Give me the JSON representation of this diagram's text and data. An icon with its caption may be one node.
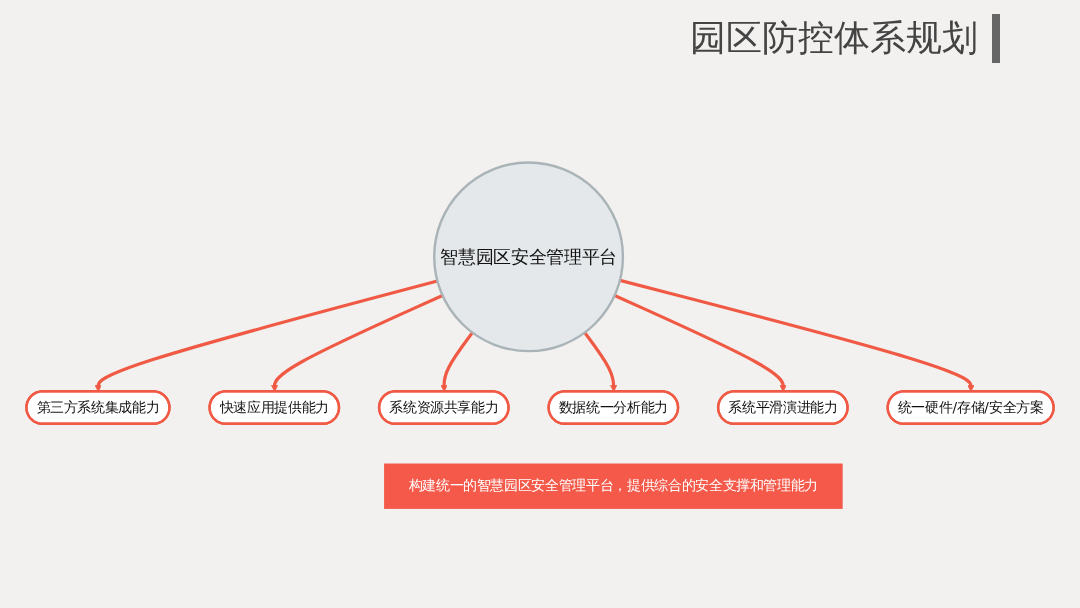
{
  "diagram": {
    "title": "园区防控体系规划",
    "nodes": [
      {
        "text": [
          "智慧园区安全管理平台"
        ]
      },
      {
        "text": [
          "第三方系统集成能力"
        ]
      },
      {
        "text": [
          "快速应用提供能力"
        ]
      },
      {
        "text": [
          "系统资源共享能力"
        ]
      },
      {
        "text": [
          "数据统一分析能力"
        ]
      },
      {
        "text": [
          "系统平滑演进能力"
        ]
      },
      {
        "text": [
          "统一硬件/存储/安全方案"
        ]
      },
      {
        "text": [
          "构建统一的智慧园区安全管理平台，提供综合的安全支撑和管理能力"
        ]
      }
    ],
    "edges": [
      {
        "from": 0,
        "to": 1,
        "arrow": "to"
      },
      {
        "from": 0,
        "to": 2,
        "arrow": "to"
      },
      {
        "from": 0,
        "to": 3,
        "arrow": "to"
      },
      {
        "from": 0,
        "to": 4,
        "arrow": "to"
      },
      {
        "from": 0,
        "to": 5,
        "arrow": "to"
      },
      {
        "from": 0,
        "to": 6,
        "arrow": "to"
      }
    ]
  }
}
